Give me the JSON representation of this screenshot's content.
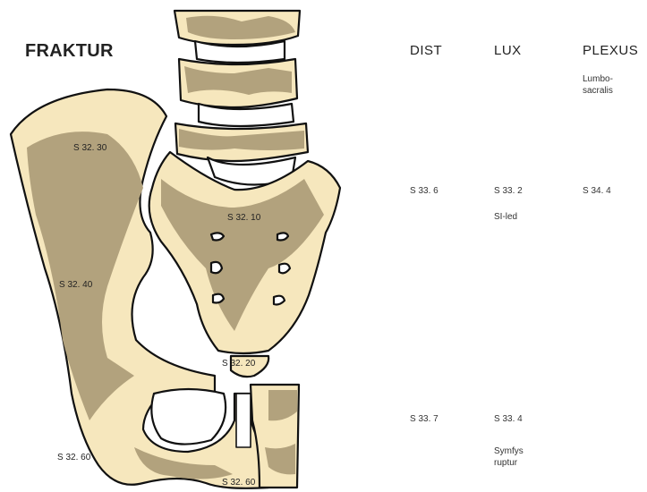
{
  "title": "FRAKTUR",
  "columns": {
    "dist": "DIST",
    "lux": "LUX",
    "plexus": "PLEXUS"
  },
  "plexus_note": [
    "Lumbo-",
    "sacralis"
  ],
  "row_si": {
    "dist": "S 33. 6",
    "lux": "S 33. 2",
    "lux_note": "SI-led",
    "plexus": "S 34. 4"
  },
  "row_symphysis": {
    "dist": "S 33. 7",
    "lux": "S 33. 4",
    "lux_note": [
      "Symfys",
      "ruptur"
    ]
  },
  "diagram_labels": {
    "ilium": "S 32. 30",
    "sacrum": "S 32. 10",
    "pubic": "S 32. 40",
    "coccyx": "S 32. 20",
    "ischium": "S 32. 60",
    "symphysis": "S 32. 60"
  },
  "colors": {
    "bone": "#f6e7bd",
    "shade": "#b2a27d",
    "outline": "#111111"
  }
}
